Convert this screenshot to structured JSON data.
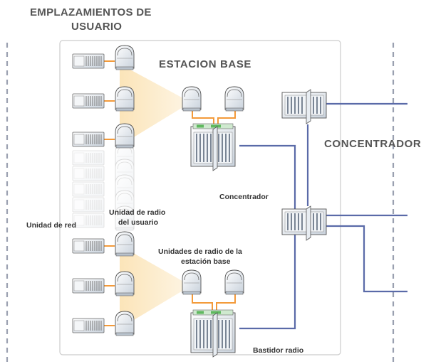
{
  "labels": {
    "user_sites_line1": "EMPLAZAMIENTOS DE",
    "user_sites_line2": "USUARIO",
    "base_station": "ESTACION BASE",
    "hub": "CONCENTRADOR",
    "concentrator": "Concentrador",
    "network_unit": "Unidad de red",
    "user_radio_line1": "Unidad de radio",
    "user_radio_line2": "del usuario",
    "bs_radio_line1": "Unidades de radio de la",
    "bs_radio_line2": "estación base",
    "radio_rack": "Bastidor radio"
  },
  "colors": {
    "link_orange": "#f39a3a",
    "link_blue": "#5a6aa8",
    "beam": "#fbe3b5",
    "device_fill": "#dfe6ee",
    "device_stroke": "#666666",
    "frame": "#cccccc",
    "dashed": "#9aa0b0",
    "rack_green": "#8fcf8f"
  },
  "icons": {
    "network_unit": "network-unit-icon",
    "radio_unit": "radio-unit-icon",
    "rack": "radio-rack-icon",
    "hub": "concentrator-icon"
  }
}
